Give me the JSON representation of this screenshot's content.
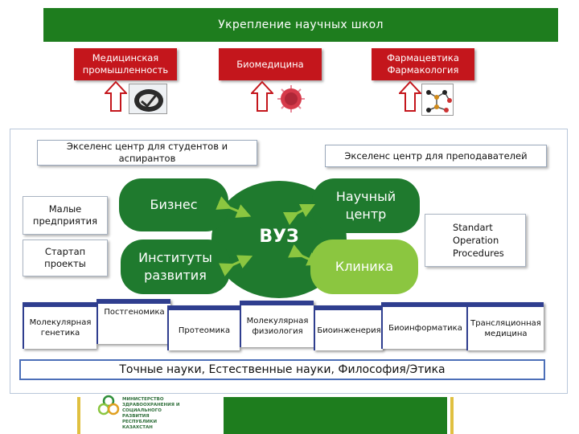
{
  "title": "Укрепление научных школ",
  "top_categories": [
    "Медицинская промышленность",
    "Биомедицина",
    "Фармацевтика Фармакология"
  ],
  "centers": {
    "students": "Экселенс центр для студентов и аспирантов",
    "teachers": "Экселенс центр для преподавателей"
  },
  "left_boxes": [
    "Малые предприятия",
    "Стартап проекты"
  ],
  "nodes": {
    "business": "Бизнес",
    "science_center": "Научный центр",
    "university": "ВУЗ",
    "institutes": "Институты развития",
    "clinic": "Клиника"
  },
  "sop": "Standart Operation Procedures",
  "disciplines": [
    "Молекулярная генетика",
    "Постгеномика",
    "Протеомика",
    "Молекулярная физиология",
    "Биоинженерия",
    "Биоинформатика",
    "Трансляционная медицина"
  ],
  "foundation": "Точные науки, Естественные науки, Философия/Этика",
  "logo_text": "МИНИСТЕРСТВО ЗДРАВООХРАНЕНИЯ И СОЦИАЛЬНОГО РАЗВИТИЯ РЕСПУБЛИКИ КАЗАХСТАН",
  "colors": {
    "green_dark": "#1e7d1e",
    "green_node": "#1f7a2e",
    "green_light": "#8bc640",
    "red": "#c4161c",
    "blue": "#2f3e8f"
  }
}
